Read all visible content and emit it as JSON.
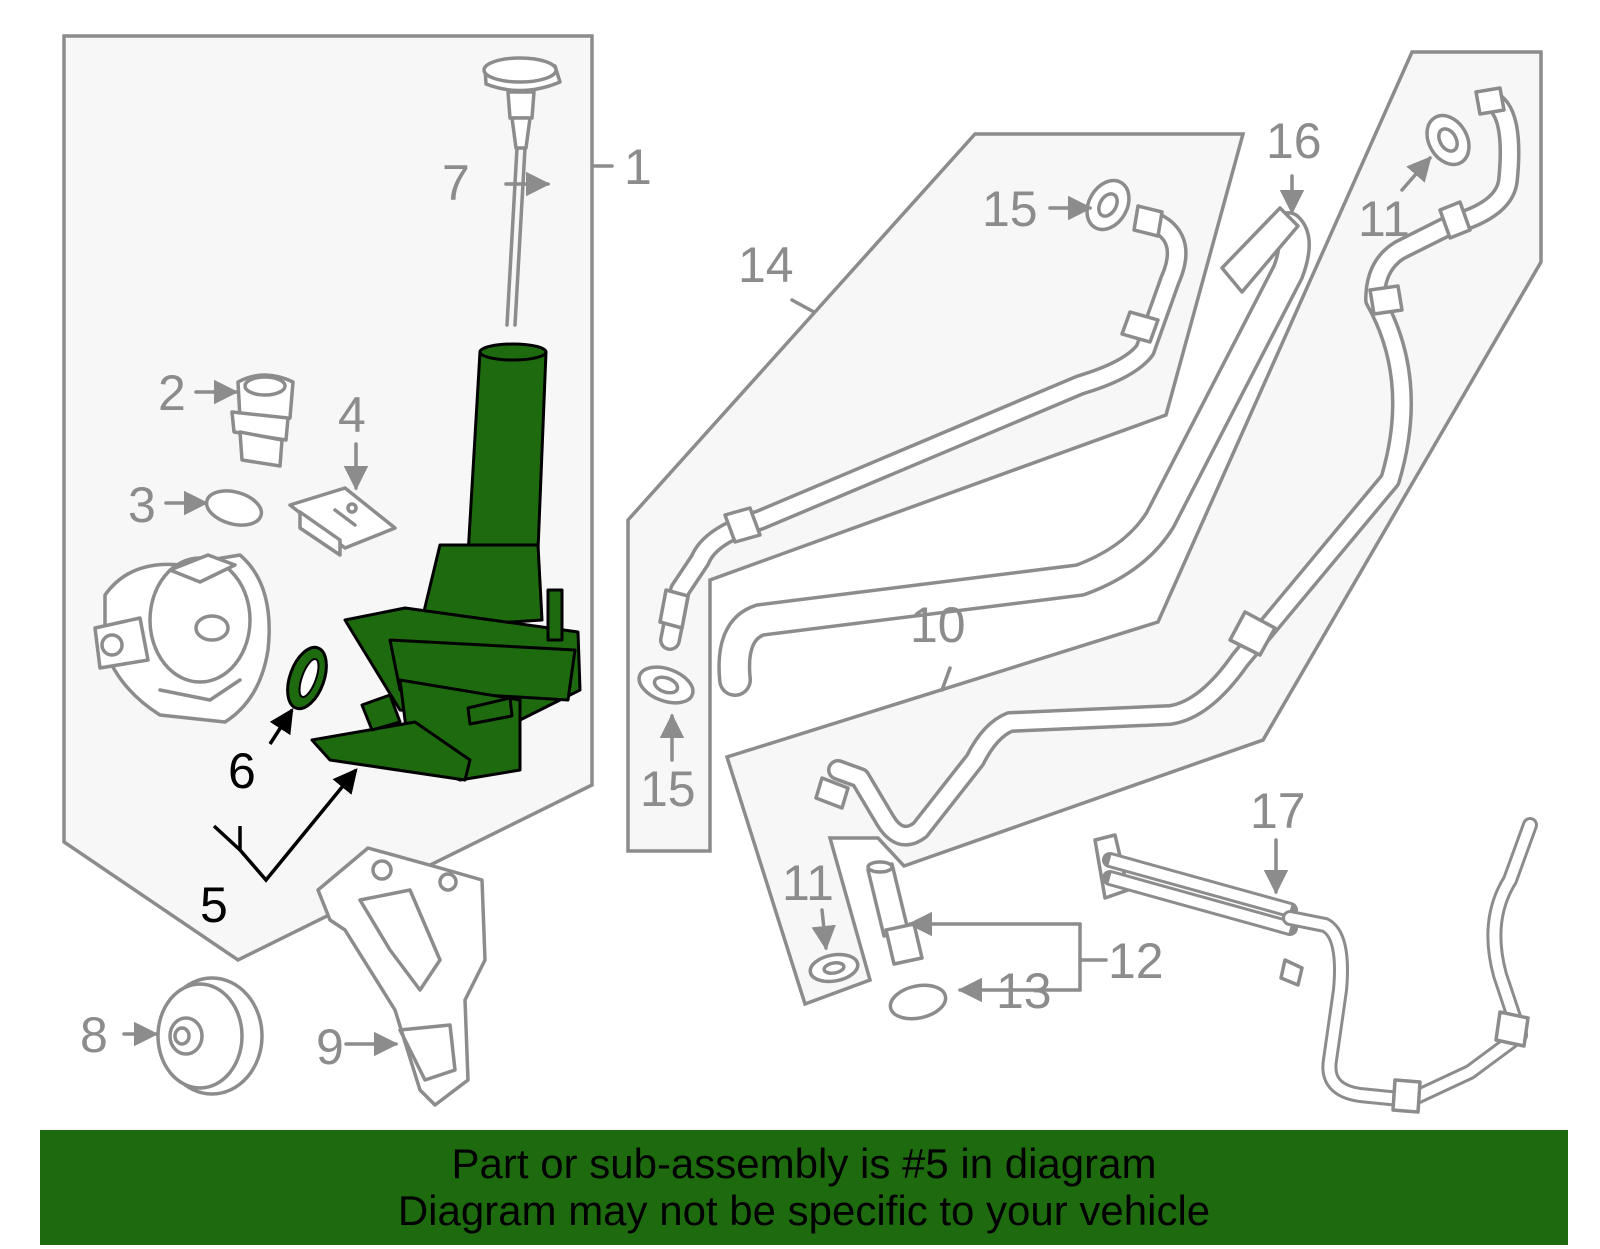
{
  "colors": {
    "highlight": "#1e6b0f",
    "linework": "#8c8c8c",
    "panel": "#f7f7f7"
  },
  "callouts": {
    "c1": "1",
    "c2": "2",
    "c3": "3",
    "c4": "4",
    "c5": "5",
    "c6": "6",
    "c7": "7",
    "c8": "8",
    "c9": "9",
    "c10": "10",
    "c11a": "11",
    "c11b": "11",
    "c12": "12",
    "c13": "13",
    "c14": "14",
    "c15a": "15",
    "c15b": "15",
    "c16": "16",
    "c17": "17"
  },
  "highlighted_part": "5",
  "banner": {
    "line1": "Part or sub-assembly is #5 in diagram",
    "line2": "Diagram may not be specific to your vehicle"
  }
}
